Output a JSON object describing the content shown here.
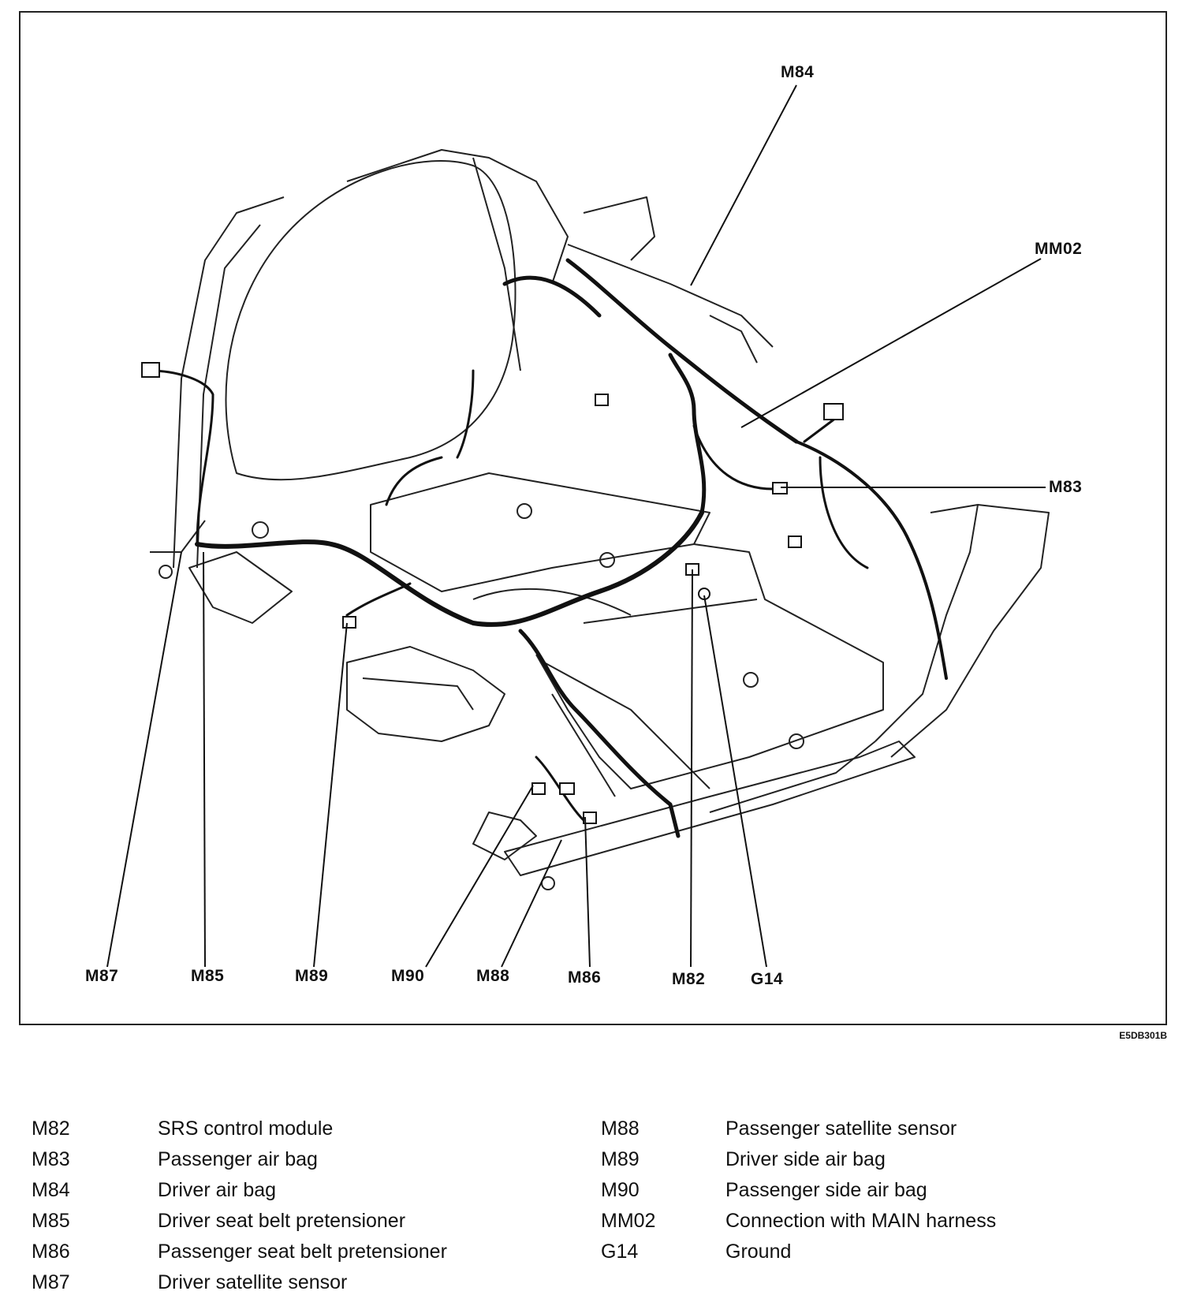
{
  "figure_id": "E5DB301B",
  "callouts": {
    "m84": "M84",
    "mm02": "MM02",
    "m83": "M83",
    "m87": "M87",
    "m85": "M85",
    "m89": "M89",
    "m90": "M90",
    "m88": "M88",
    "m86": "M86",
    "m82": "M82",
    "g14": "G14"
  },
  "legend_left": [
    {
      "code": "M82",
      "label": "SRS control module"
    },
    {
      "code": "M83",
      "label": "Passenger air bag"
    },
    {
      "code": "M84",
      "label": "Driver air bag"
    },
    {
      "code": "M85",
      "label": "Driver seat belt pretensioner"
    },
    {
      "code": "M86",
      "label": "Passenger seat belt pretensioner"
    },
    {
      "code": "M87",
      "label": "Driver satellite sensor"
    }
  ],
  "legend_right": [
    {
      "code": "M88",
      "label": "Passenger satellite sensor"
    },
    {
      "code": "M89",
      "label": "Driver side air bag"
    },
    {
      "code": "M90",
      "label": "Passenger side air bag"
    },
    {
      "code": "MM02",
      "label": "Connection with MAIN harness"
    },
    {
      "code": "G14",
      "label": "Ground"
    }
  ]
}
